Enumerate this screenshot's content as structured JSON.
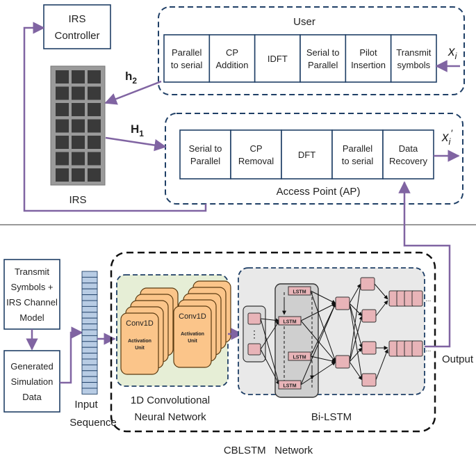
{
  "irs_controller": [
    "IRS",
    "Controller"
  ],
  "irs_label": "IRS",
  "user": {
    "title": "User",
    "input": "x",
    "input_sub": "i",
    "blocks": [
      [
        "Parallel",
        "to serial"
      ],
      [
        "CP",
        "Addition"
      ],
      [
        "IDFT"
      ],
      [
        "Serial to",
        "Parallel"
      ],
      [
        "Pilot",
        "Insertion"
      ],
      [
        "Transmit",
        "symbols"
      ]
    ]
  },
  "ap": {
    "title": "Access Point (AP)",
    "output": "x",
    "output_sub": "i",
    "output_prime": "′",
    "blocks": [
      [
        "Serial to",
        "Parallel"
      ],
      [
        "CP",
        "Removal"
      ],
      [
        "DFT"
      ],
      [
        "Parallel",
        "to serial"
      ],
      [
        "Data",
        "Recovery"
      ]
    ]
  },
  "channels": {
    "h2": "h",
    "h2_sub": "2",
    "H1": "H",
    "H1_sub": "1"
  },
  "left_boxes": {
    "top": [
      "Transmit",
      "Symbols  +",
      "IRS Channel",
      "Model"
    ],
    "bottom": [
      "Generated",
      "Simulation",
      "Data"
    ]
  },
  "input_seq": [
    "Input",
    "Sequence"
  ],
  "conv": {
    "card_title": "Conv1D",
    "card_body": [
      "Activation",
      "Unit"
    ],
    "label": [
      "1D Convolutional",
      "Neural Network"
    ]
  },
  "bilstm": {
    "cell": "LSTM",
    "label": "Bi-LSTM",
    "dots": "⋮"
  },
  "output_label": "Output",
  "network_label": "CBLSTM   Network",
  "colors": {
    "purple": "#8064a2",
    "navy": "#1f3f66",
    "pink": "#e8b4b8",
    "orange": "#fbc58a",
    "green_bg": "#e6eed6",
    "grey_bg": "#e9e9e9",
    "tape": "#b8cce4"
  }
}
